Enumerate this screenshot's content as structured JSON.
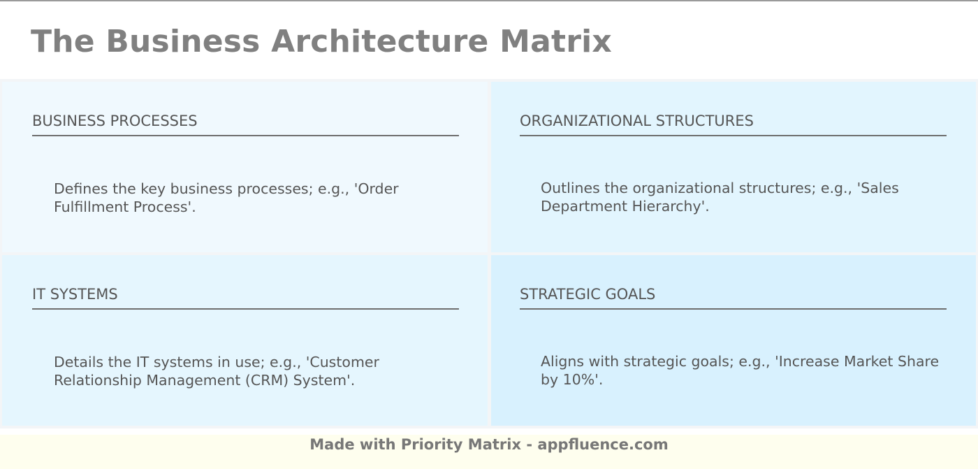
{
  "header": {
    "title": "The Business Architecture Matrix"
  },
  "quadrants": [
    {
      "title": "BUSINESS PROCESSES",
      "description": "Defines the key business processes; e.g., 'Order Fulfillment Process'.",
      "color": "#f0f9fe"
    },
    {
      "title": "ORGANIZATIONAL STRUCTURES",
      "description": "Outlines the organizational structures; e.g., 'Sales Department Hierarchy'.",
      "color": "#e2f5fe"
    },
    {
      "title": "IT SYSTEMS",
      "description": "Details the IT systems in use; e.g., 'Customer Relationship Management (CRM) System'.",
      "color": "#e5f6fe"
    },
    {
      "title": "STRATEGIC GOALS",
      "description": "Aligns with strategic goals; e.g., 'Increase Market Share by 10%'.",
      "color": "#d8f1fe"
    }
  ],
  "footer": {
    "text": "Made with Priority Matrix - appfluence.com"
  }
}
